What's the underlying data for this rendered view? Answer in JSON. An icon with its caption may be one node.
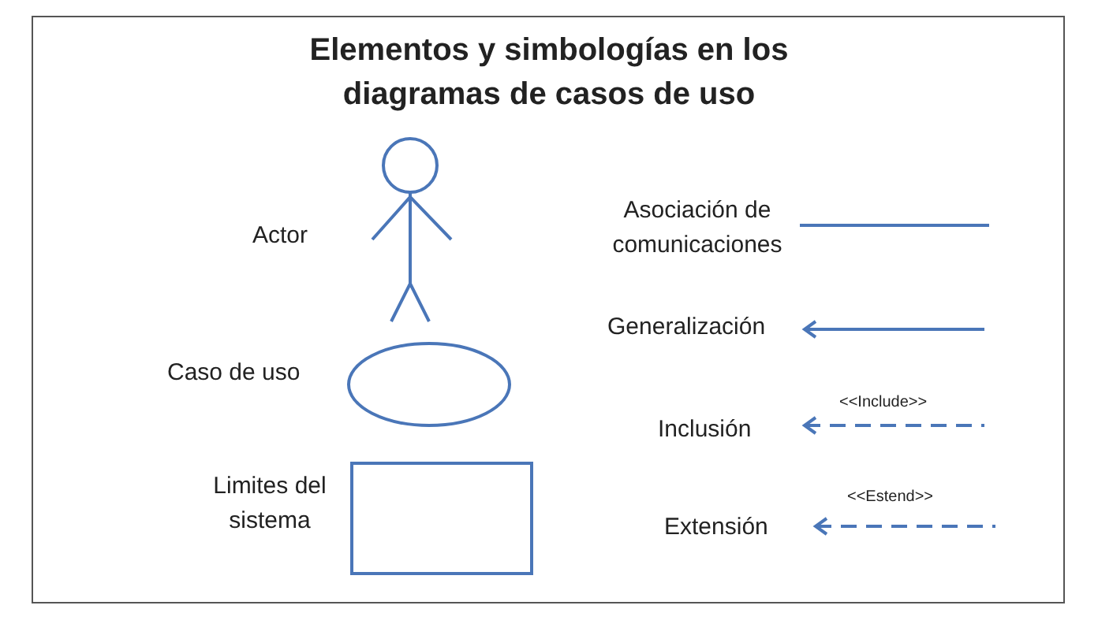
{
  "diagram": {
    "title": "Elementos y simbologías en los diagramas de casos de uso",
    "labels": [
      "<<Include>>",
      "<<Estend>>"
    ],
    "legend": [
      {
        "text": "Actor"
      },
      {
        "text": "Caso de uso"
      },
      {
        "text": "Limites del sistema"
      },
      {
        "text": "Asociación de comunicaciones"
      },
      {
        "text": "Generalización"
      },
      {
        "text": "Inclusión"
      },
      {
        "text": "Extensión"
      }
    ]
  }
}
